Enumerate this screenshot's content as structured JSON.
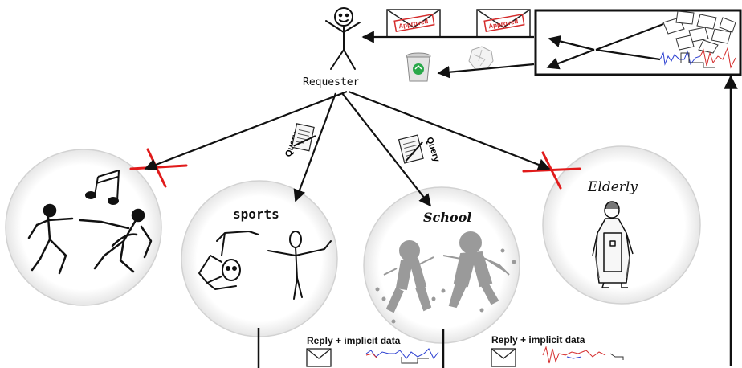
{
  "requester": {
    "label": "Requester"
  },
  "groups": {
    "music": {
      "label": ""
    },
    "sports": {
      "label": "sports"
    },
    "school": {
      "label": "School"
    },
    "elderly": {
      "label": "Elderly"
    }
  },
  "query_label": "Query",
  "reply_label": "Reply + implicit data",
  "approved_stamp": "Approved",
  "colors": {
    "arrow": "#111111",
    "cross": "#e11b1b",
    "recycle": "#2aa84a",
    "signal_blue": "#2b3fd1",
    "signal_red": "#d42b2b",
    "circle_stroke": "#cfcfcf"
  },
  "icons": [
    "stick-figure-icon",
    "envelope-icon",
    "trash-bin-icon",
    "crumpled-paper-icon",
    "document-icon",
    "music-note-icon",
    "dancers-icon",
    "athletes-icon",
    "children-icon",
    "elderly-woman-icon",
    "signal-icon",
    "cross-mark-icon"
  ]
}
